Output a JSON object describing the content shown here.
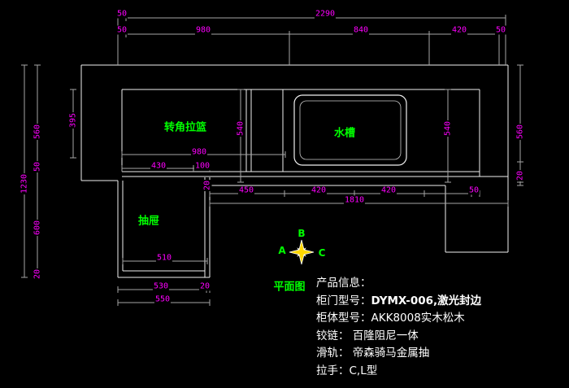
{
  "colors": {
    "background": "#000000",
    "outline": "#f0f0f0",
    "dimension_line": "#a6a6a6",
    "dimension_text": "#ff00ff",
    "feature_label": "#00ff00",
    "info_text": "#ffffff",
    "compass_star": "#ffd700"
  },
  "plan": {
    "title": "平面图",
    "features": {
      "corner_basket": "转角拉篮",
      "sink": "水槽",
      "drawer": "抽屉"
    },
    "compass": {
      "top": "B",
      "left": "A",
      "right": "C"
    }
  },
  "dims": {
    "top_row1": {
      "d50": "50",
      "d2290": "2290"
    },
    "top_row2": {
      "d50l": "50",
      "d980": "980",
      "d840": "840",
      "d420": "420",
      "d50r": "50"
    },
    "left": {
      "d1230": "1230",
      "d560": "560",
      "d50": "50",
      "d600": "600",
      "d20": "20"
    },
    "inner": {
      "d395": "395",
      "d540_left": "540",
      "d540_right": "540",
      "d980": "980",
      "d430": "430",
      "d100": "100",
      "d20": "20"
    },
    "right": {
      "d560": "560",
      "d20": "20"
    },
    "front": {
      "d450": "450",
      "d420a": "420",
      "d420b": "420",
      "d50": "50",
      "d1810": "1810"
    },
    "drawer": {
      "d510": "510",
      "d530": "530",
      "d20": "20",
      "d550": "550"
    }
  },
  "product_info": {
    "header": "产品信息：",
    "rows": [
      {
        "label": "柜门型号：",
        "value": "DYMX-006,激光封边"
      },
      {
        "label": "柜体型号：",
        "value": "AKK8008实木松木"
      },
      {
        "label": "铰链： ",
        "value": "百隆阻尼一体"
      },
      {
        "label": "滑轨： ",
        "value": "帝森骑马金属抽"
      },
      {
        "label": "拉手：",
        "value": "C,L型"
      }
    ]
  }
}
